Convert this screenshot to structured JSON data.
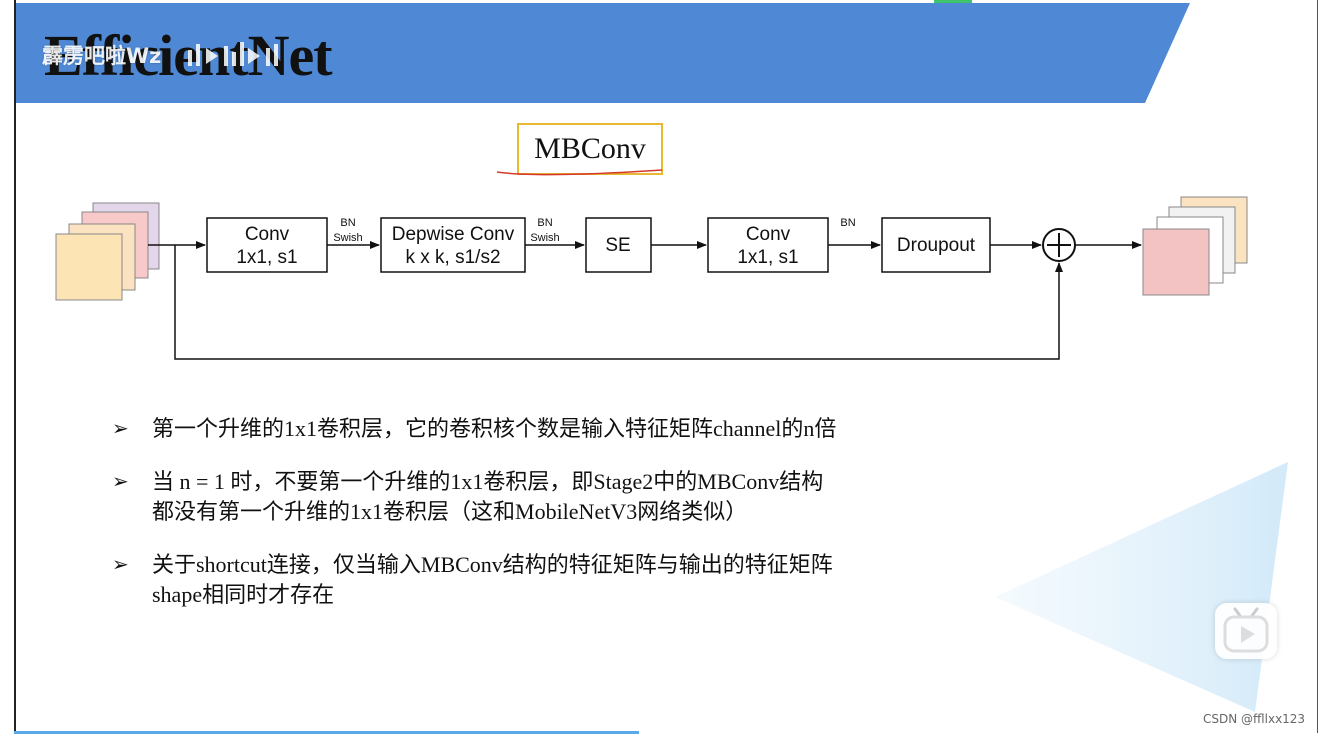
{
  "slide": {
    "title": "EfficientNet",
    "watermark": "霹雳吧啦Wz",
    "brand_color": "#4f89d6"
  },
  "diagram": {
    "label": "MBConv",
    "blocks": [
      {
        "line1": "Conv",
        "line2": "1x1, s1"
      },
      {
        "line1": "Depwise Conv",
        "line2": "k x k, s1/s2"
      },
      {
        "line1": "SE",
        "line2": ""
      },
      {
        "line1": "Conv",
        "line2": "1x1, s1"
      },
      {
        "line1": "Droupout",
        "line2": ""
      }
    ],
    "edge_labels": [
      {
        "line1": "BN",
        "line2": "Swish"
      },
      {
        "line1": "BN",
        "line2": "Swish"
      },
      {
        "line1": "BN",
        "line2": ""
      }
    ],
    "add_symbol": "+"
  },
  "bullets": [
    {
      "lines": [
        "第一个升维的1x1卷积层，它的卷积核个数是输入特征矩阵channel的n倍"
      ]
    },
    {
      "lines": [
        "当 n = 1 时，不要第一个升维的1x1卷积层，即Stage2中的MBConv结构",
        "都没有第一个升维的1x1卷积层（这和MobileNetV3网络类似）"
      ]
    },
    {
      "lines": [
        "关于shortcut连接，仅当输入MBConv结构的特征矩阵与输出的特征矩阵",
        "shape相同时才存在"
      ]
    }
  ],
  "bullet_marker": "➢",
  "footer": {
    "credit": "CSDN @ffllxx123"
  },
  "icons": [
    "bilibili-play-icon",
    "audio-bars-icon",
    "add-circle-icon"
  ]
}
